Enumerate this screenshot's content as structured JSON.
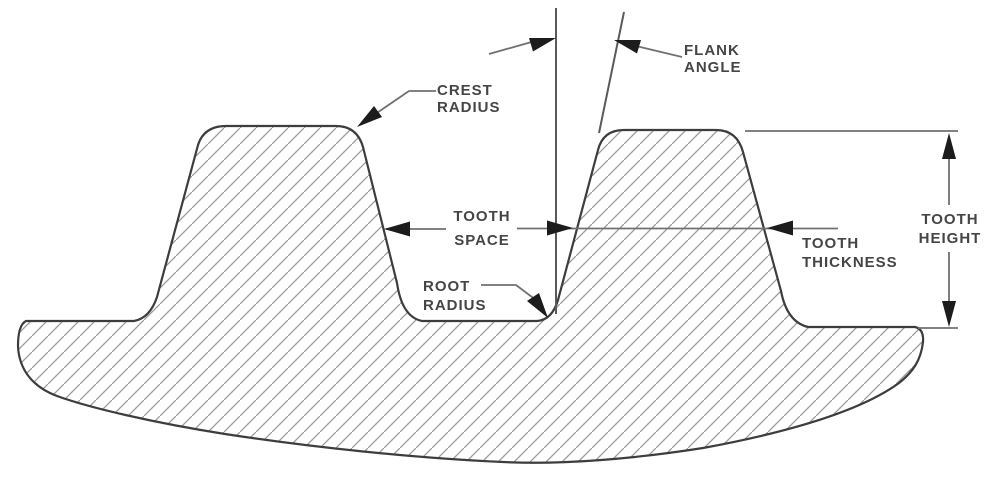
{
  "drawing": {
    "subject": "gear-tooth-profile-cross-section",
    "labels": {
      "crest_radius": {
        "line1": "CREST",
        "line2": "RADIUS"
      },
      "flank_angle": {
        "line1": "FLANK",
        "line2": "ANGLE"
      },
      "tooth_space": {
        "line1": "TOOTH",
        "line2": "SPACE"
      },
      "root_radius": {
        "line1": "ROOT",
        "line2": "RADIUS"
      },
      "tooth_thickness": {
        "line1": "TOOTH",
        "line2": "THICKNESS"
      },
      "tooth_height": {
        "line1": "TOOTH",
        "line2": "HEIGHT"
      }
    }
  },
  "colors": {
    "background": "#ffffff",
    "outline": "#3d3d3d",
    "hatch": "#999999",
    "dimension": "#707070",
    "construct": "#5a5a5a",
    "arrow": "#1c1c1c",
    "text": "#454545"
  }
}
